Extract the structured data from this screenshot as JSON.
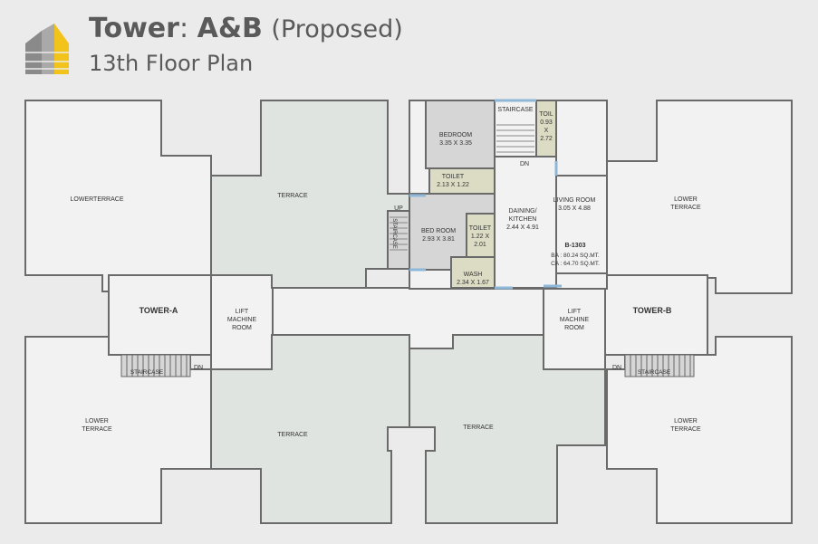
{
  "header": {
    "tower_label": "Tower",
    "tower_sep": ":",
    "tower_name": "A&B",
    "proposed": "(Proposed)",
    "floor_title": "13th Floor Plan"
  },
  "colors": {
    "background": "#ebebeb",
    "room_fill": "#f2f2f2",
    "terrace_fill": "#e0e4e0",
    "bedroom_fill": "#d6d6d6",
    "toilet_fill": "#dcdcc4",
    "wall": "#6a6a6a",
    "logo_yellow": "#f2c41b",
    "logo_grey": "#8a8a8a",
    "window_blue": "#8fb8d8"
  },
  "labels": {
    "lower_terrace_tl": "LOWERTERRACE",
    "terrace_top": "TERRACE",
    "lower_terrace_tr": [
      "LOWER",
      "TERRACE"
    ],
    "bedroom1": [
      "BEDROOM",
      "3.35 X 3.35"
    ],
    "staircase_top": "STAIRCASE",
    "toil_small": [
      "TOIL",
      "0.93",
      "X",
      "2.72"
    ],
    "dn_top": "DN",
    "toilet1": [
      "TOILET",
      "2.13 X 1.22"
    ],
    "bedroom2": [
      "BED ROOM",
      "2.93 X 3.81"
    ],
    "toilet2": [
      "TOILET",
      "1.22 X",
      "2.01"
    ],
    "kitchen": [
      "DAINING/",
      "KITCHEN",
      "2.44 X 4.91"
    ],
    "living": [
      "LIVING ROOM",
      "3.05 X 4.88"
    ],
    "unit_no": "B-1303",
    "unit_ba": "BA : 80.24 SQ.MT.",
    "unit_ca": "CA : 64.70 SQ.MT.",
    "wash": [
      "WASH",
      "2.34 X 1.67"
    ],
    "up": "UP",
    "staircase_vert": "STAIRCASE",
    "tower_a": "TOWER-A",
    "tower_b": "TOWER-B",
    "lift_a": [
      "LIFT",
      "MACHINE",
      "ROOM"
    ],
    "lift_b": [
      "LIFT",
      "MACHINE",
      "ROOM"
    ],
    "staircase_a": "STAIRCASE",
    "staircase_b": "STAIRCASE",
    "dn_a": "DN",
    "dn_b": "DN",
    "lower_terrace_bl": [
      "LOWER",
      "TERRACE"
    ],
    "terrace_bl": "TERRACE",
    "terrace_bc": "TERRACE",
    "lower_terrace_br": [
      "LOWER",
      "TERRACE"
    ]
  }
}
